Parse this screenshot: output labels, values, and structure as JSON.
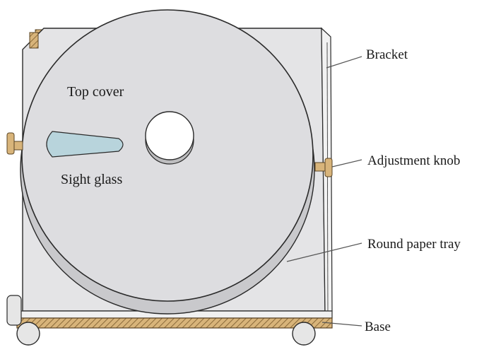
{
  "labels": {
    "top_cover": "Top cover",
    "sight_glass": "Sight glass",
    "bracket": "Bracket",
    "adjustment_knob": "Adjustment knob",
    "round_paper_tray": "Round paper tray",
    "base": "Base"
  },
  "colors": {
    "disc": "#dcdcde",
    "disc_stroke": "#2a2a2a",
    "plate": "#e3e3e5",
    "wood": "#c9a46b",
    "wood_hatch": "#8a6a3a",
    "sight_glass": "#b8d4dc",
    "hole": "#ffffff",
    "leader": "#555555"
  }
}
